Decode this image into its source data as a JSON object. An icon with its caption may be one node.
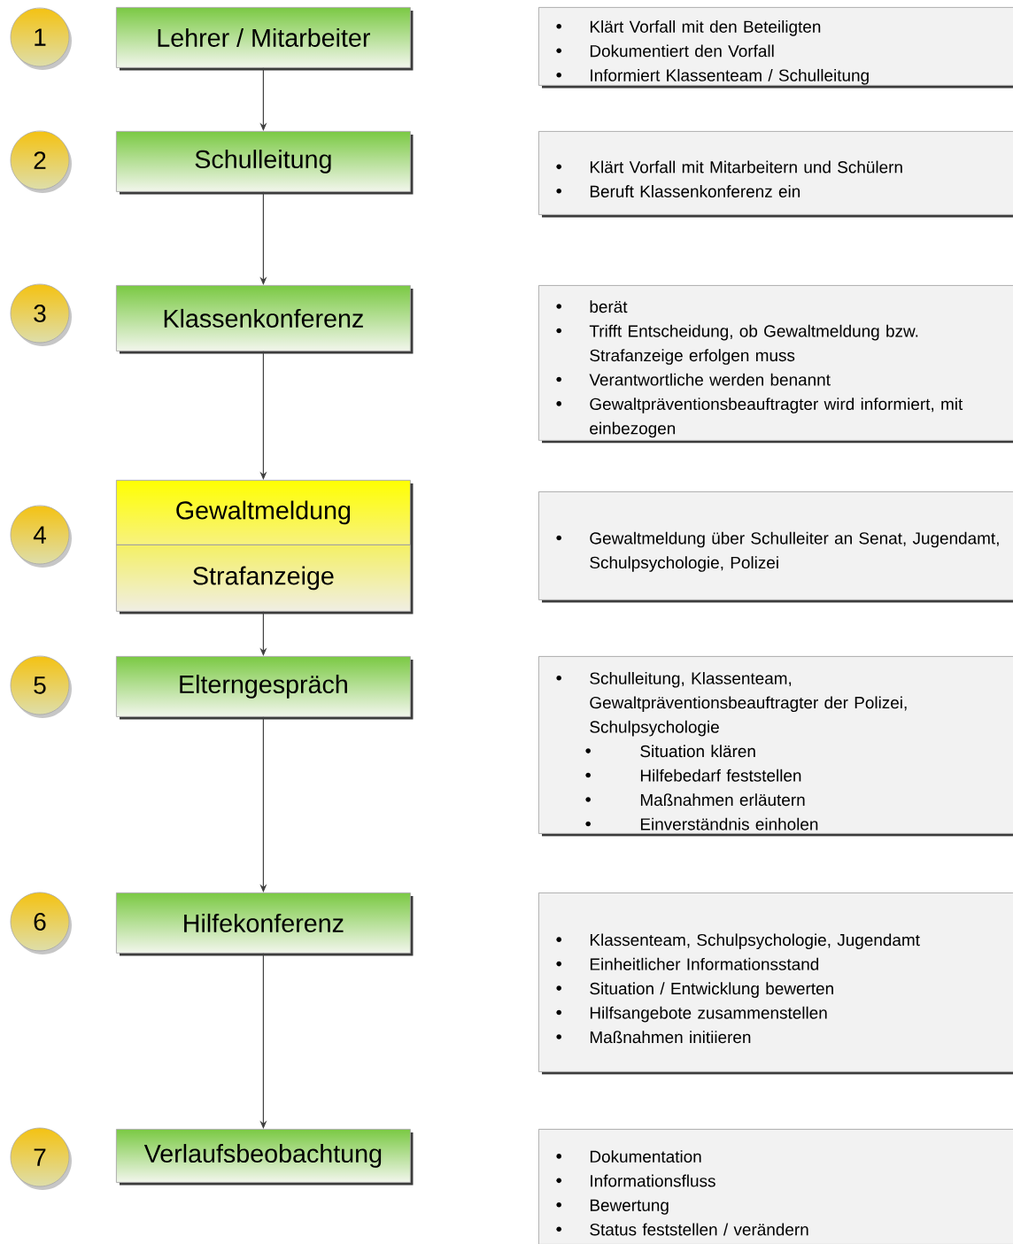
{
  "diagram": {
    "nodes": [
      {
        "text": [
          "1"
        ]
      },
      {
        "text": [
          "Lehrer / Mitarbeiter"
        ]
      },
      {
        "text": [
          "Klärt Vorfall mit den Beteiligten",
          "Dokumentiert den Vorfall",
          "Informiert Klassenteam / Schulleitung"
        ]
      },
      {
        "text": [
          "2"
        ]
      },
      {
        "text": [
          "Schulleitung"
        ]
      },
      {
        "text": [
          "Klärt Vorfall mit Mitarbeitern und Schülern",
          "Beruft Klassenkonferenz ein"
        ]
      },
      {
        "text": [
          "3"
        ]
      },
      {
        "text": [
          "Klassenkonferenz"
        ]
      },
      {
        "text": [
          "berät",
          "Trifft Entscheidung, ob Gewaltmeldung bzw. Strafanzeige erfolgen muss",
          "Verantwortliche werden benannt",
          "Gewaltpräventionsbeauftragter wird informiert, mit einbezogen"
        ]
      },
      {
        "text": [
          "4"
        ]
      },
      {
        "text": [
          "Gewaltmeldung"
        ]
      },
      {
        "text": [
          "Strafanzeige"
        ]
      },
      {
        "text": [
          "Gewaltmeldung über Schulleiter an Senat, Jugendamt, Schulpsychologie, Polizei"
        ]
      },
      {
        "text": [
          "5"
        ]
      },
      {
        "text": [
          "Elterngespräch"
        ]
      },
      {
        "text": [
          "Schulleitung, Klassenteam, Gewaltpräventionsbeauftragter der Polizei, Schulpsychologie",
          "Situation klären",
          "Hilfebedarf feststellen",
          "Maßnahmen erläutern",
          "Einverständnis einholen"
        ]
      },
      {
        "text": [
          "6"
        ]
      },
      {
        "text": [
          "Hilfekonferenz"
        ]
      },
      {
        "text": [
          "Klassenteam, Schulpsychologie, Jugendamt",
          "Einheitlicher Informationsstand",
          "Situation / Entwicklung bewerten",
          "Hilfsangebote zusammenstellen",
          "Maßnahmen initiieren"
        ]
      },
      {
        "text": [
          "7"
        ]
      },
      {
        "text": [
          "Verlaufsbeobachtung"
        ]
      },
      {
        "text": [
          "Dokumentation",
          "Informationsfluss",
          "Bewertung",
          "Status feststellen / verändern"
        ]
      }
    ],
    "edges": [
      {
        "from": 1,
        "to": 4,
        "arrow": "to"
      },
      {
        "from": 4,
        "to": 7,
        "arrow": "to"
      },
      {
        "from": 7,
        "to": 10,
        "arrow": "to"
      },
      {
        "from": 11,
        "to": 14,
        "arrow": "to"
      },
      {
        "from": 14,
        "to": 17,
        "arrow": "to"
      },
      {
        "from": 17,
        "to": 20,
        "arrow": "to"
      }
    ]
  }
}
